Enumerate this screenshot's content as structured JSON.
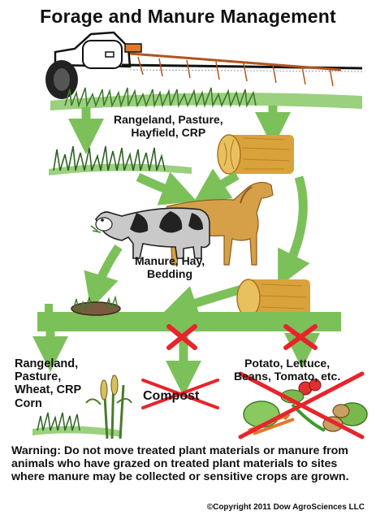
{
  "title": "Forage and Manure Management",
  "labels": {
    "rangeland_top": "Rangeland, Pasture,\nHayfield, CRP",
    "manure": "Manure, Hay,\nBedding",
    "rangeland_bottom": "Rangeland,\nPasture,\nWheat, CRP\nCorn",
    "compost": "Compost",
    "crops": "Potato, Lettuce,\nBeans, Tomato, etc."
  },
  "warning": "Warning: Do not move treated plant materials or manure from animals who have grazed on treated plant materials to sites where manure may be collected or sensitive crops are grown.",
  "copyright": "©Copyright 2011 Dow AgroSciences LLC",
  "colors": {
    "arrow_green": "#7cc05a",
    "cross_red": "#e8242a",
    "hay": "#d9a23a",
    "horse": "#d6a048"
  }
}
